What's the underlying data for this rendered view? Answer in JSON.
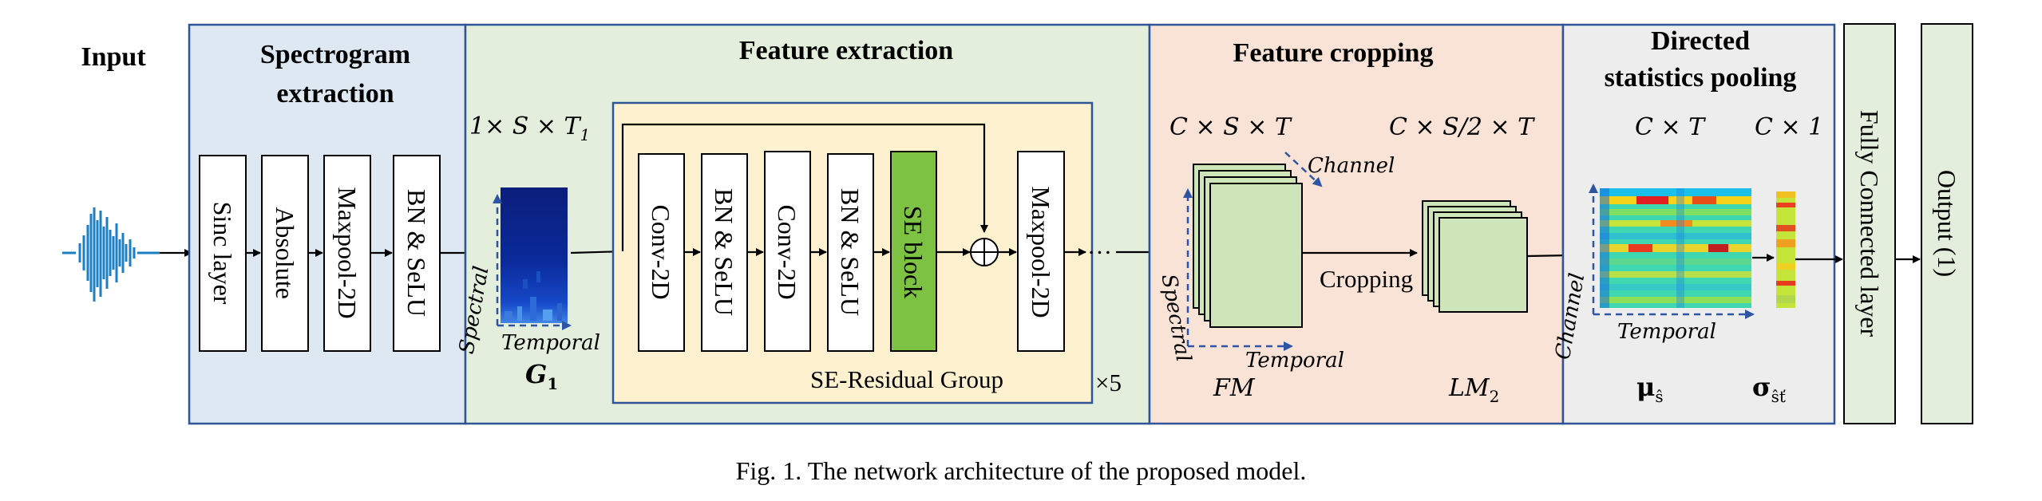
{
  "input_label": "Input",
  "panels": {
    "spectrogram": {
      "title_line1": "Spectrogram",
      "title_line2": "extraction",
      "color": "#dde8f3"
    },
    "feature_extraction": {
      "title": "Feature extraction",
      "color": "#e3efdc"
    },
    "feature_cropping": {
      "title": "Feature cropping",
      "color": "#f9e2d6"
    },
    "pooling": {
      "title_line1": "Directed",
      "title_line2": "statistics pooling",
      "color": "#ededed"
    }
  },
  "spectro_blocks": [
    "Sinc layer",
    "Absolute",
    "Maxpool-2D",
    "BN & SeLU"
  ],
  "g1": {
    "dims_prefix": "1×",
    "dims_math": " S × T",
    "dims_sub": "1",
    "spectral": "Spectral",
    "temporal": "Temporal",
    "name": "G",
    "name_sub": "1"
  },
  "se_group": {
    "blocks": [
      "Conv-2D",
      "BN & SeLU",
      "Conv-2D",
      "BN & SeLU",
      "SE block"
    ],
    "after": "Maxpool-2D",
    "label": "SE-Residual Group",
    "color": "#fdf1cf",
    "se_block_color": "#7dc243"
  },
  "repeat_ellipsis": "…",
  "repeat_label": "×5",
  "cropping": {
    "fm_dims": "C × S × T",
    "lm_dims": "C × S/2 × T",
    "channel": "Channel",
    "spectral": "Spectral",
    "temporal": "Temporal",
    "op_label": "Cropping",
    "fm_name": "FM",
    "lm_name": "LM",
    "lm_sub": "2",
    "box_color": "#cde5b8"
  },
  "pooling_stats": {
    "ct_dims": "C × T",
    "c1_dims": "C × 1",
    "channel": "Channel",
    "temporal": "Temporal",
    "mu": "μ",
    "mu_sub": "ŝ",
    "sigma": "σ",
    "sigma_sub": "ŝť"
  },
  "fc_label": "Fully Connected layer",
  "output_label": "Output (1)",
  "caption": "Fig. 1.   The network architecture of the proposed model."
}
